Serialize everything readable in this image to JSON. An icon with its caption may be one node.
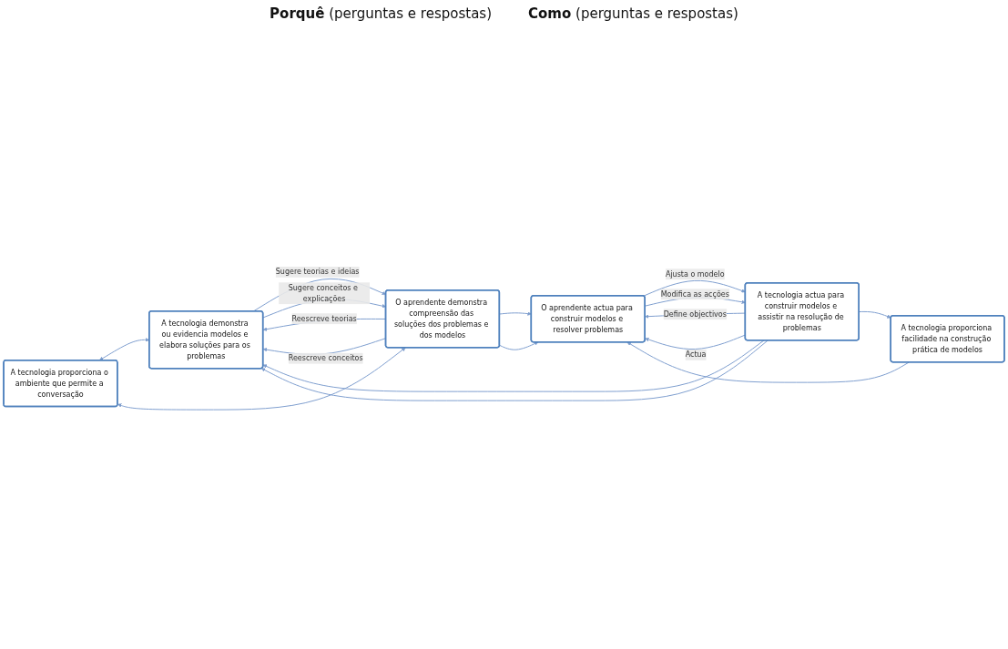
{
  "diagram": {
    "nodes": [
      {
        "text": [
          "A tecnologia proporciona o ambiente que permite a conversação"
        ]
      },
      {
        "text": [
          "A tecnologia demonstra ou evidencia modelos e elabora soluções para os problemas"
        ]
      },
      {
        "text": [
          "O aprendente demonstra compreensão das soluções dos problemas e dos modelos"
        ]
      },
      {
        "text": [
          "A tecnologia actua para construir modelos e assistir na resolução de problemas"
        ]
      },
      {
        "text": [
          "O aprendente actua para construir modelos e resolver problemas"
        ]
      },
      {
        "text": [
          "A tecnologia proporciona facilidade na construção prática de modelos"
        ]
      }
    ],
    "edges": [
      {
        "from": 0,
        "to": 1,
        "arrow": "both"
      },
      {
        "from": 0,
        "to": 2,
        "arrow": "both"
      },
      {
        "from": 1,
        "to": 2,
        "arrow": "to",
        "label": "Sugere teorias e ideias"
      },
      {
        "from": 2,
        "to": 1,
        "arrow": "to",
        "label": "Reescreve teorias"
      },
      {
        "from": 1,
        "to": 2,
        "arrow": "to",
        "label": "Sugere conceitos e explicações"
      },
      {
        "from": 2,
        "to": 1,
        "arrow": "to",
        "label": "Reescreve conceitos"
      },
      {
        "from": 3,
        "to": 1,
        "arrow": "to"
      },
      {
        "from": 3,
        "to": 1,
        "arrow": "to"
      },
      {
        "from": 2,
        "to": 4,
        "arrow": "to"
      },
      {
        "from": 2,
        "to": 4,
        "arrow": "to"
      },
      {
        "from": 3,
        "to": 4,
        "arrow": "to",
        "label": "Define objectivos"
      },
      {
        "from": 4,
        "to": 3,
        "arrow": "to",
        "label": "Ajusta o modelo"
      },
      {
        "from": 3,
        "to": 4,
        "arrow": "to",
        "label": "Actua"
      },
      {
        "from": 4,
        "to": 3,
        "arrow": "to",
        "label": "Modifica as acções"
      },
      {
        "from": 3,
        "to": 5,
        "arrow": "to"
      },
      {
        "from": 5,
        "to": 4,
        "arrow": "to"
      }
    ],
    "labels": [
      "**Porquê** (perguntas e respostas)",
      "**Como** (perguntas e respostas)"
    ]
  }
}
